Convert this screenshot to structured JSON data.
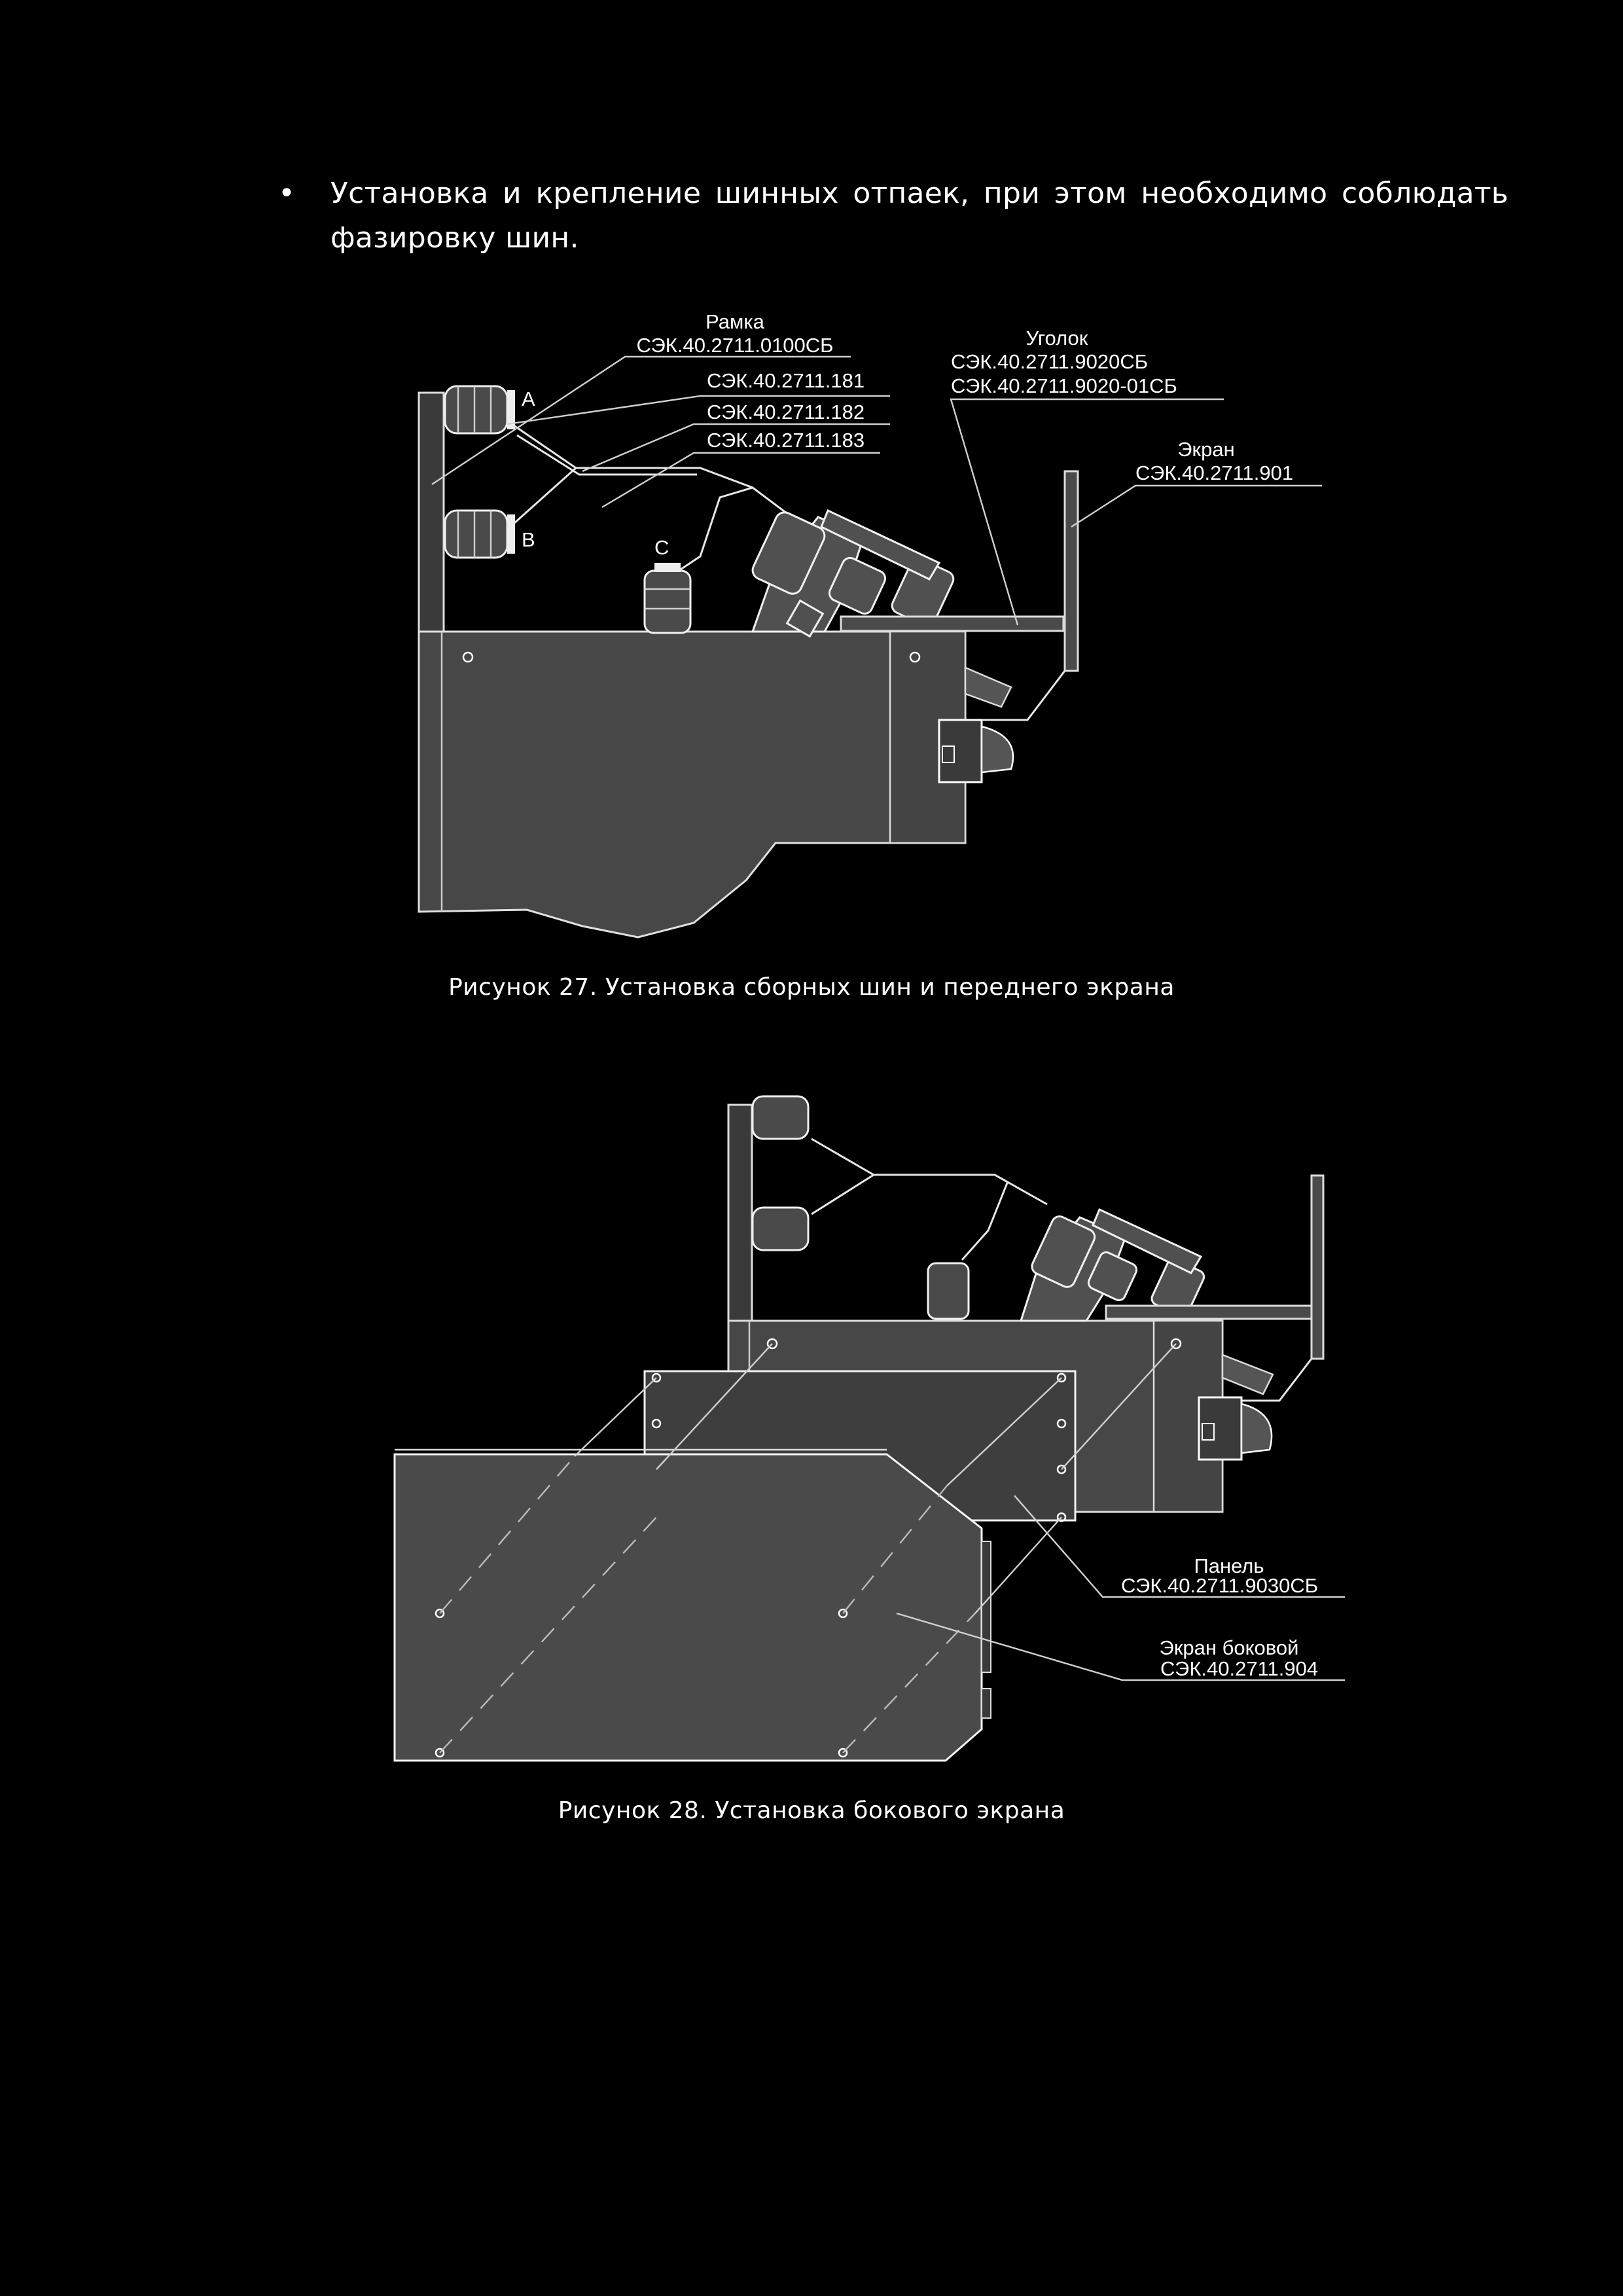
{
  "bullet": {
    "symbol": "•",
    "text": "Установка и крепление шинных отпаек, при этом необходимо соблюдать фазировку шин."
  },
  "figure27": {
    "caption": "Рисунок 27. Установка сборных шин и переднего экрана",
    "labels": {
      "frame_title": "Рамка",
      "frame_code": "СЭК.40.2711.0100СБ",
      "bus1": "СЭК.40.2711.181",
      "bus2": "СЭК.40.2711.182",
      "bus3": "СЭК.40.2711.183",
      "angle_title": "Уголок",
      "angle_code1": "СЭК.40.2711.9020СБ",
      "angle_code2": "СЭК.40.2711.9020-01СБ",
      "screen_title": "Экран",
      "screen_code": "СЭК.40.2711.901",
      "phase_a": "A",
      "phase_b": "B",
      "phase_c": "C"
    }
  },
  "figure28": {
    "caption": "Рисунок 28. Установка бокового экрана",
    "labels": {
      "panel_title": "Панель",
      "panel_code": "СЭК.40.2711.9030СБ",
      "side_title": "Экран боковой",
      "side_code": "СЭК.40.2711.904"
    }
  }
}
